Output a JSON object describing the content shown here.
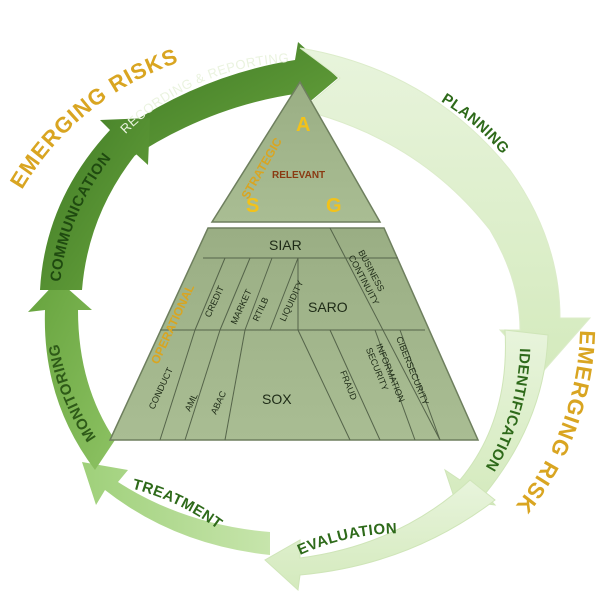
{
  "cycle": {
    "recording": "RECORDING & REPORTING",
    "planning": "PLANNING",
    "identification": "IDENTIFICATION",
    "evaluation": "EVALUATION",
    "treatment": "TREATMENT",
    "monitoring": "MONITORING",
    "communication": "COMMUNICATION"
  },
  "emerging_top": "EMERGING RISKS",
  "emerging_right": "EMERGING RISKS",
  "pyramid": {
    "strategic": "STRATEGIC",
    "relevant": "RELEVANT",
    "letter_a": "A",
    "letter_s": "S",
    "letter_g": "G",
    "operational": "OPERATIONAL",
    "siar": "SIAR",
    "business_continuity": [
      "BUSINESS",
      "CONTINUITY"
    ],
    "credit": "CREDIT",
    "market": "MARKET",
    "rtilb": "RTILB",
    "liquidity": "LIQUIDITY",
    "saro": "SARO",
    "cybersecurity": "CIBERSECURITY",
    "information_security": [
      "INFORMATION",
      "SECURITY"
    ],
    "conduct": "CONDUCT",
    "aml": "AML",
    "abac": "ABAC",
    "sox": "SOX",
    "fraud": "FRAUD"
  },
  "colors": {
    "dark_green": "#4e8a2e",
    "mid_green": "#6fab45",
    "light_green": "#c8e4ae",
    "pale_green": "#dff0cf",
    "pyramid_fill": "#a4b88e",
    "gold": "#d9a521"
  }
}
